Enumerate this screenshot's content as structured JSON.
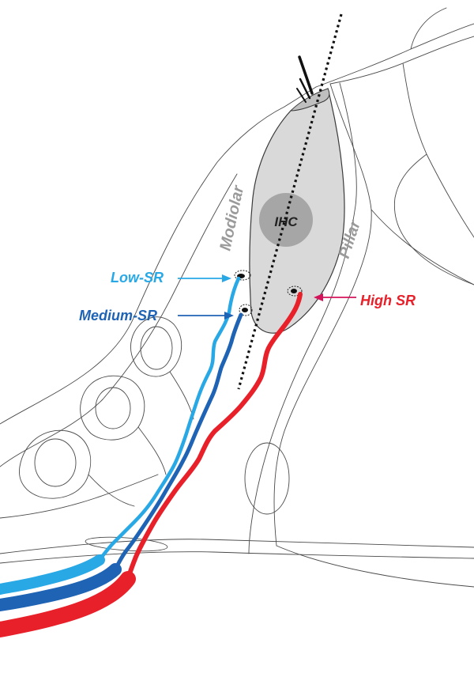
{
  "diagram": {
    "labels": {
      "ihc": "IHC",
      "modiolar": "Modiolar",
      "pillar": "Pillar",
      "low_sr": "Low-SR",
      "medium_sr": "Medium-SR",
      "high_sr": "High SR"
    },
    "colors": {
      "low_sr": "#29a8e6",
      "medium_sr": "#1f63b4",
      "high_sr": "#e8202a",
      "cell_fill": "#d9d9d9",
      "nucleus_fill": "#a6a6a6",
      "outline": "#4a4a4a",
      "side_label": "#9a9a9a",
      "high_sr_arrow": "#d4145a"
    }
  }
}
